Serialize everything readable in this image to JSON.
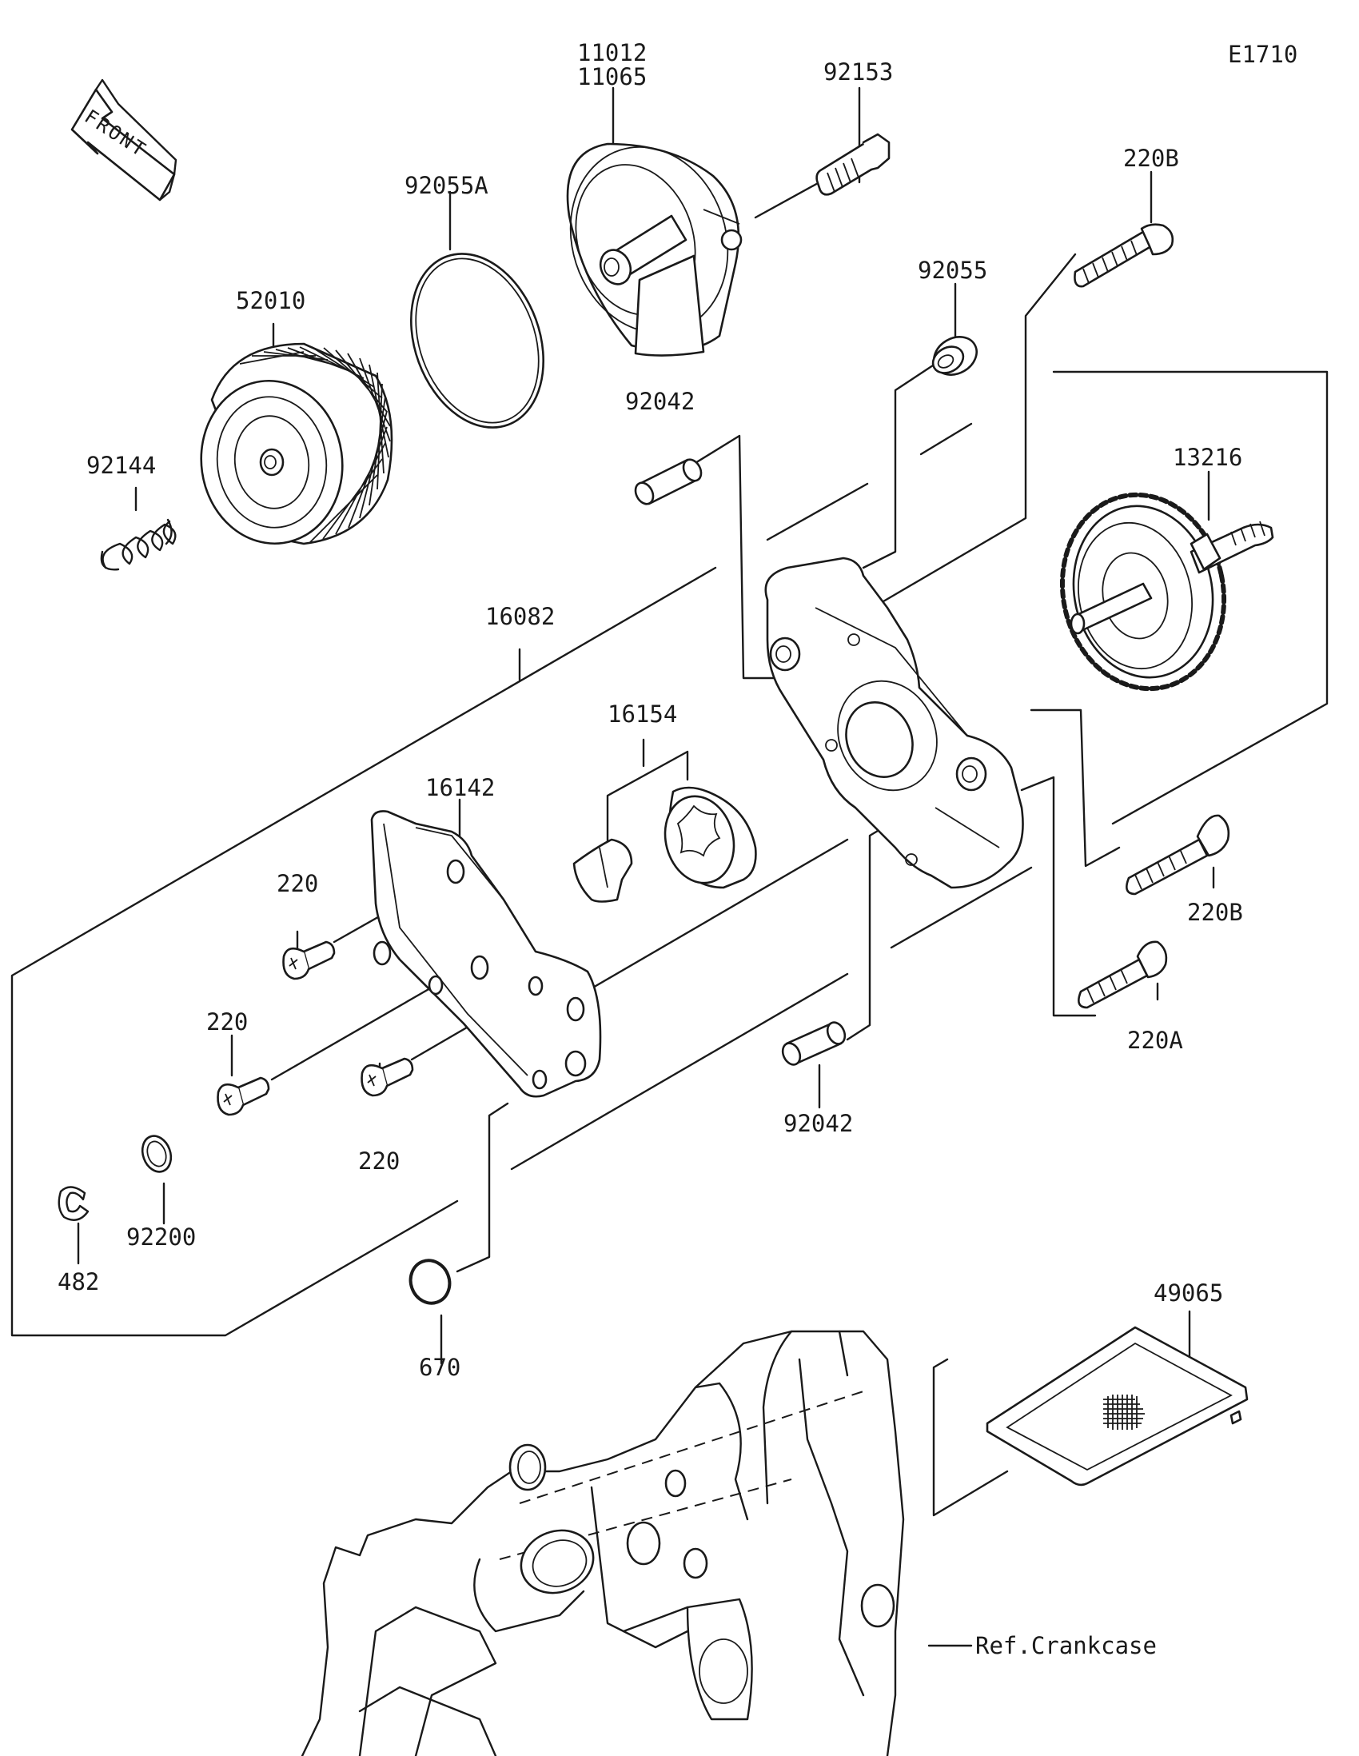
{
  "diagram_code": "E1710",
  "front_label": "FRONT",
  "parts": {
    "p11012": "11012",
    "p11065": "11065",
    "p92153": "92153",
    "p220B_top": "220B",
    "p92055A": "92055A",
    "p92055": "92055",
    "p52010": "52010",
    "p92042_top": "92042",
    "p13216": "13216",
    "p92144": "92144",
    "p16082": "16082",
    "p16154": "16154",
    "p16142": "16142",
    "p220_a": "220",
    "p220_b": "220",
    "p220_c": "220",
    "p220B_right": "220B",
    "p220A": "220A",
    "p92042_bottom": "92042",
    "p92200": "92200",
    "p482": "482",
    "p670": "670",
    "p49065": "49065",
    "ref_crankcase": "Ref.Crankcase"
  }
}
